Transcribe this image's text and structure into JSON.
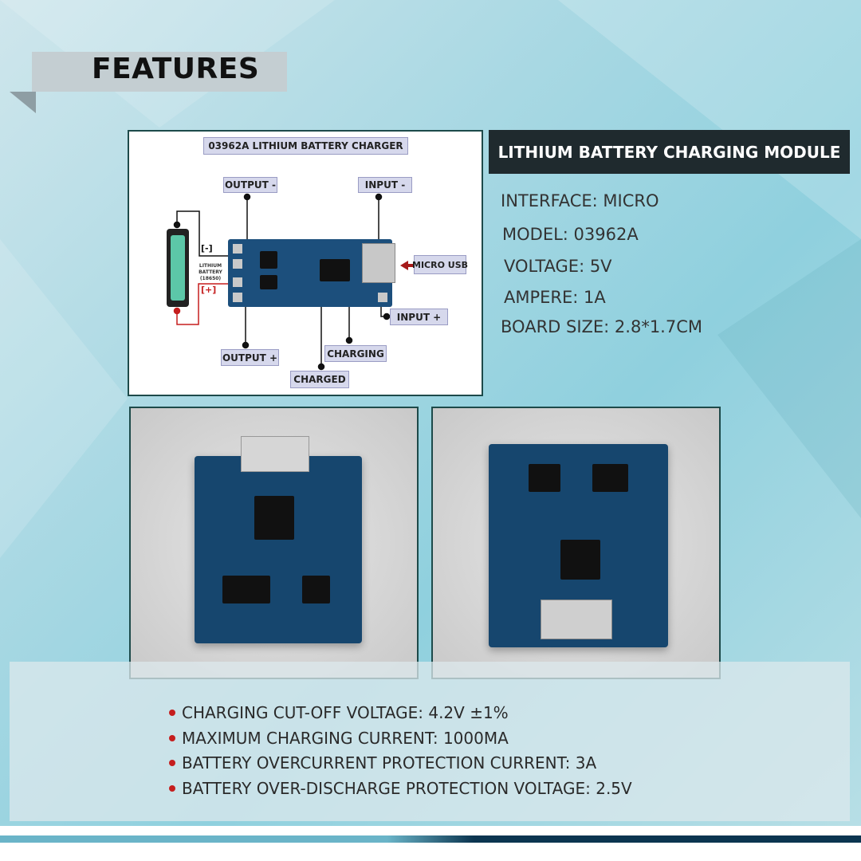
{
  "header": {
    "title": "FEATURES"
  },
  "diagram": {
    "title": "03962A LITHIUM BATTERY CHARGER",
    "labels": {
      "output_minus": "OUTPUT -",
      "input_minus": "INPUT -",
      "micro_usb": "MICRO USB",
      "input_plus": "INPUT +",
      "output_plus": "OUTPUT +",
      "charging": "CHARGING",
      "charged": "CHARGED",
      "battery": "LITHIUM BATTERY",
      "battery_type": "(18650)",
      "neg": "[-]",
      "pos": "[+]"
    }
  },
  "module": {
    "title": "LITHIUM BATTERY CHARGING MODULE",
    "specs": [
      "INTERFACE: MICRO",
      "MODEL: 03962A",
      "VOLTAGE: 5V",
      "AMPERE: 1A",
      "BOARD SIZE: 2.8*1.7CM"
    ]
  },
  "features": [
    "CHARGING CUT-OFF VOLTAGE: 4.2V ±1%",
    "MAXIMUM CHARGING CURRENT: 1000MA",
    "BATTERY OVERCURRENT PROTECTION CURRENT: 3A",
    "BATTERY OVER-DISCHARGE PROTECTION VOLTAGE: 2.5V"
  ],
  "colors": {
    "accent": "#1f2a2e",
    "bullet": "#c51e1e",
    "pcb": "#1c4f7c"
  }
}
